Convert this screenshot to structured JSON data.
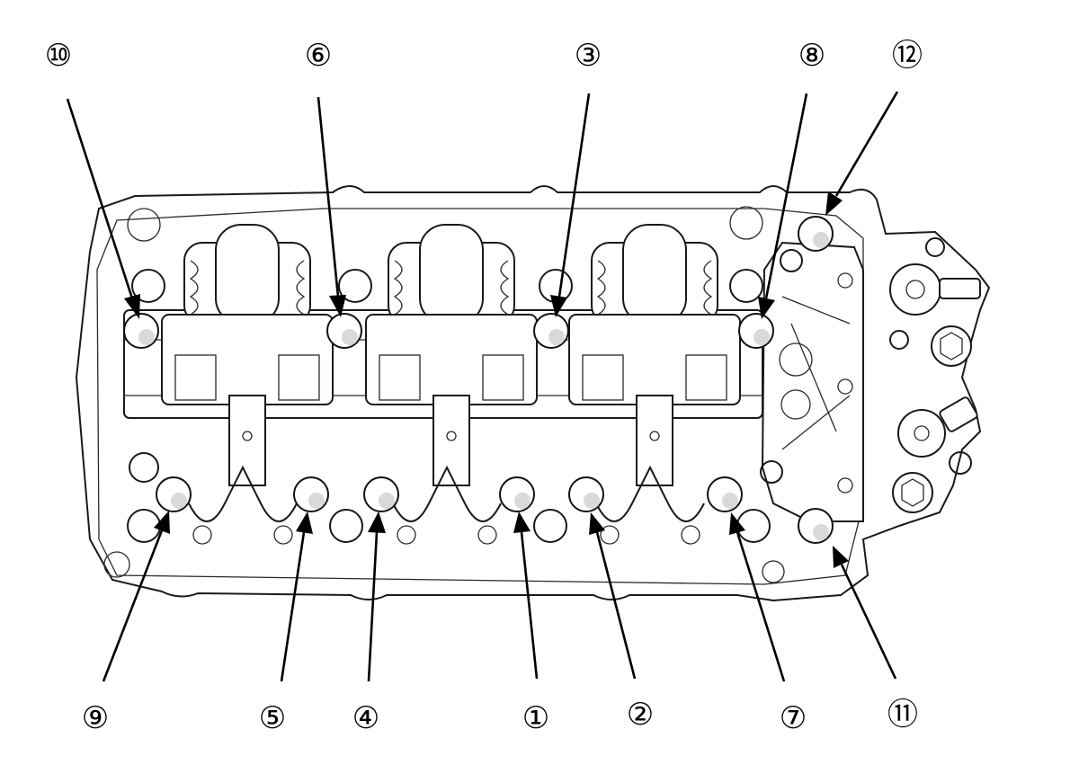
{
  "callouts": [
    {
      "id": "10",
      "label": "⑩"
    },
    {
      "id": "6",
      "label": "⑥"
    },
    {
      "id": "3",
      "label": "③"
    },
    {
      "id": "8",
      "label": "⑧"
    },
    {
      "id": "12",
      "label": "⑫"
    },
    {
      "id": "9",
      "label": "⑨"
    },
    {
      "id": "5",
      "label": "⑤"
    },
    {
      "id": "4",
      "label": "④"
    },
    {
      "id": "1",
      "label": "①"
    },
    {
      "id": "2",
      "label": "②"
    },
    {
      "id": "7",
      "label": "⑦"
    },
    {
      "id": "11",
      "label": "⑪"
    }
  ]
}
